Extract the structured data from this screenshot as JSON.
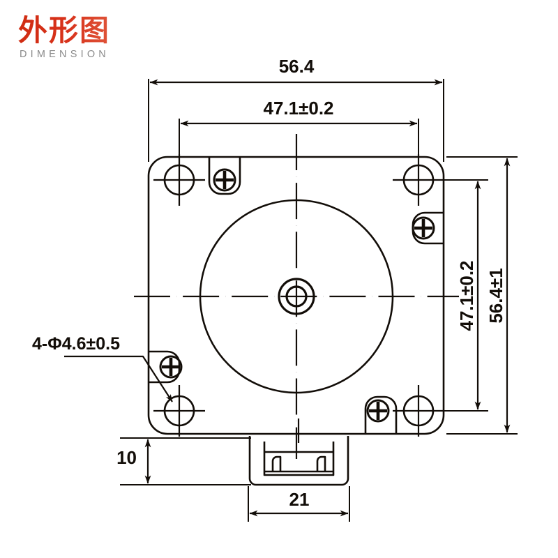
{
  "title": {
    "chinese": "外形图",
    "english": "DIMENSION",
    "chinese_color": "#d8321b",
    "english_color": "#8a8a8a"
  },
  "drawing": {
    "type": "mechanical-dimension-drawing",
    "subject": "stepper motor front face outline",
    "line_color": "#120d08",
    "background_color": "#ffffff",
    "dimensions": {
      "width_overall": "56.4",
      "width_bolt_circle": "47.1±0.2",
      "height_bolt_circle": "47.1±0.2",
      "height_overall": "56.4±1",
      "connector_height": "10",
      "connector_width": "21",
      "hole_callout": "4-Φ4.6±0.5"
    },
    "features": {
      "mounting_holes_count": 4,
      "screw_heads_count": 4,
      "center_shaft": "concentric-circles",
      "connector": "bottom-mounted"
    }
  }
}
